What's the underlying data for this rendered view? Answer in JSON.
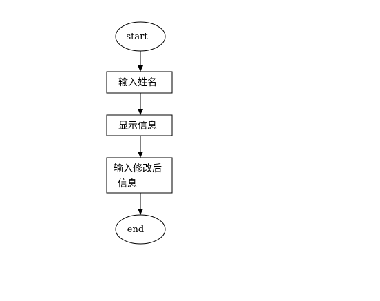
{
  "colors": {
    "stroke": "#000000",
    "fill": "#ffffff",
    "text": "#000000"
  },
  "flowchart": {
    "nodes": [
      {
        "id": "start",
        "shape": "ellipse",
        "lines": [
          "start"
        ]
      },
      {
        "id": "input-name",
        "shape": "rect",
        "lines": [
          "输入姓名"
        ]
      },
      {
        "id": "show-info",
        "shape": "rect",
        "lines": [
          "显示信息"
        ]
      },
      {
        "id": "input-modified",
        "shape": "rect",
        "lines": [
          "输入修改后",
          "信息"
        ]
      },
      {
        "id": "end",
        "shape": "ellipse",
        "lines": [
          "end"
        ]
      }
    ],
    "edges": [
      {
        "from": "start",
        "to": "input-name"
      },
      {
        "from": "input-name",
        "to": "show-info"
      },
      {
        "from": "show-info",
        "to": "input-modified"
      },
      {
        "from": "input-modified",
        "to": "end"
      }
    ]
  }
}
